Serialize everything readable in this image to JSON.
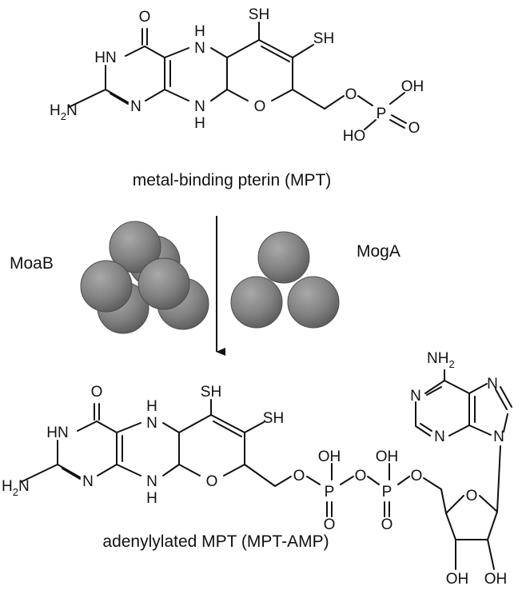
{
  "figure": {
    "top_caption": "metal-binding pterin (MPT)",
    "bottom_caption": "adenylylated MPT (MPT-AMP)",
    "left_enzyme": "MoaB",
    "right_enzyme": "MogA",
    "sphere_color": "#808080"
  },
  "top_molecule": {
    "carbonyl_o": "O",
    "amide_nh": "HN",
    "ring_n": "N",
    "nh_upper": "H",
    "n_upper": "N",
    "nh_lower": "H",
    "n_lower": "N",
    "ring_o": "O",
    "sh1": "SH",
    "sh2": "SH",
    "amino": "H",
    "amino_sub": "2",
    "amino_n": "N",
    "ester_o": "O",
    "p": "P",
    "oh": "OH",
    "ho": "HO",
    "p_o": "O"
  },
  "bottom_molecule": {
    "carbonyl_o": "O",
    "amide_nh": "HN",
    "ring_n": "N",
    "nh_upper": "H",
    "n_upper": "N",
    "nh_lower": "H",
    "n_lower": "N",
    "ring_o": "O",
    "sh1": "SH",
    "sh2": "SH",
    "amino": "H",
    "amino_sub": "2",
    "amino_n": "N",
    "o1": "O",
    "p1": "P",
    "p1_oh": "OH",
    "p1_o": "O",
    "o2": "O",
    "p2": "P",
    "p2_oh": "OH",
    "p2_o": "O",
    "o3": "O",
    "ribose_o": "O",
    "oh_left": "OH",
    "oh_right": "OH",
    "adenine_nh": "NH",
    "adenine_nh_sub": "2",
    "n1": "N",
    "n3": "N",
    "n7": "N",
    "n9": "N"
  }
}
